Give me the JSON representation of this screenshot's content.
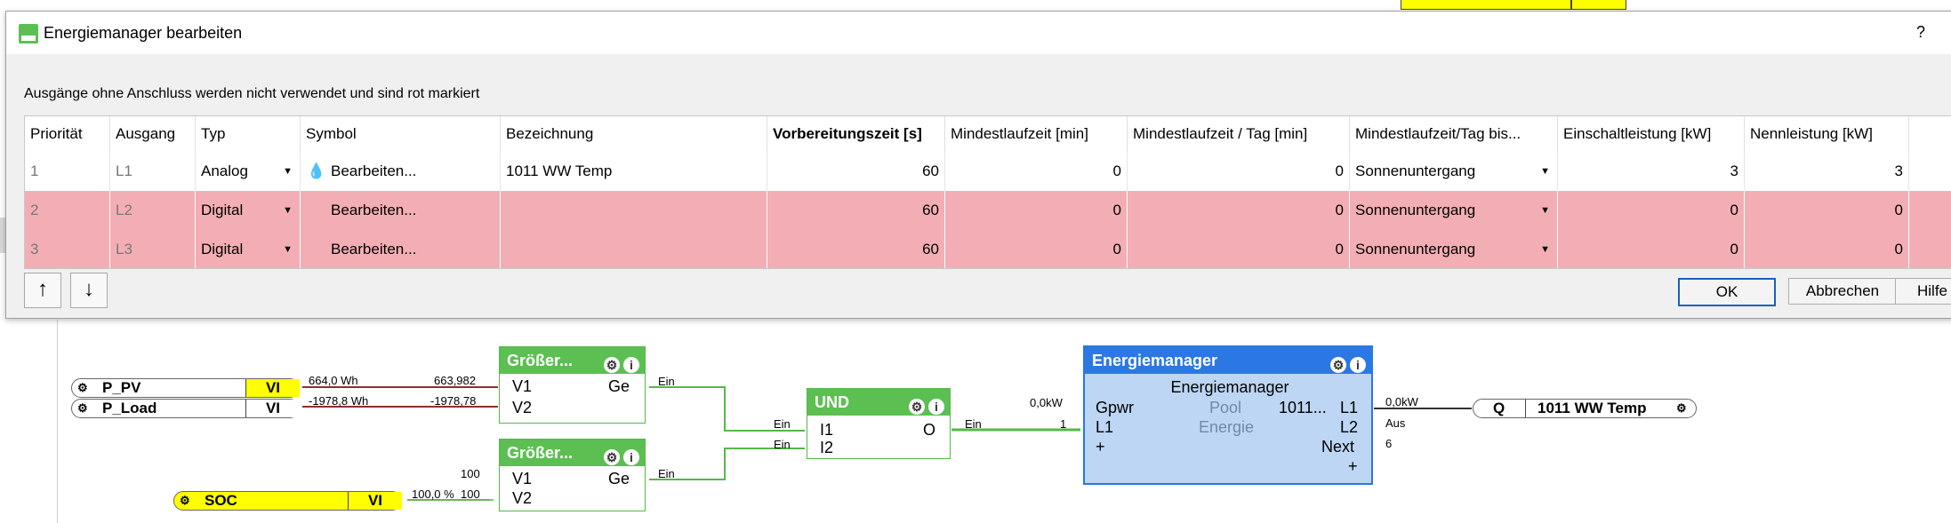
{
  "dialog": {
    "title": "Energiemanager bearbeiten",
    "help": "?",
    "info": "Ausgänge ohne Anschluss werden nicht verwendet und sind rot markiert",
    "columns": [
      "Priorität",
      "Ausgang",
      "Typ",
      "Symbol",
      "Bezeichnung",
      "Vorbereitungszeit [s]",
      "Mindestlaufzeit [min]",
      "Mindestlaufzeit / Tag [min]",
      "Mindestlaufzeit/Tag bis...",
      "Einschaltleistung [kW]",
      "Nennleistung [kW]"
    ],
    "rows": [
      {
        "prio": "1",
        "out": "L1",
        "typ": "Analog",
        "symbol": "Bearbeiten...",
        "name": "1011 WW Temp",
        "vorb": "60",
        "min": "0",
        "mintag": "0",
        "bis": "Sonnenuntergang",
        "ein": "3",
        "nenn": "3",
        "unconnected": false
      },
      {
        "prio": "2",
        "out": "L2",
        "typ": "Digital",
        "symbol": "Bearbeiten...",
        "name": "",
        "vorb": "60",
        "min": "0",
        "mintag": "0",
        "bis": "Sonnenuntergang",
        "ein": "0",
        "nenn": "0",
        "unconnected": true
      },
      {
        "prio": "3",
        "out": "L3",
        "typ": "Digital",
        "symbol": "Bearbeiten...",
        "name": "",
        "vorb": "60",
        "min": "0",
        "mintag": "0",
        "bis": "Sonnenuntergang",
        "ein": "0",
        "nenn": "0",
        "unconnected": true
      }
    ],
    "buttons": {
      "ok": "OK",
      "cancel": "Abbrechen",
      "help": "Hilfe"
    },
    "up_icon": "arrow-up-icon",
    "down_icon": "arrow-down-icon"
  },
  "canvas": {
    "inputs": [
      {
        "name": "P_PV",
        "tag": "VI"
      },
      {
        "name": "P_Load",
        "tag": "VI"
      },
      {
        "name": "SOC",
        "tag": "VI"
      }
    ],
    "wire_labels": {
      "pv_out": "664,0 Wh",
      "pv_in": "663,982",
      "load_out": "-1978,8 Wh",
      "load_in": "-1978,78",
      "soc_const": "100",
      "soc_out": "100,0 %",
      "soc_in": "100",
      "g1_out": "Ein",
      "g2_out": "Ein",
      "und_in1": "Ein",
      "und_in2": "Ein",
      "und_out": "Ein",
      "em_gpwr": "0,0kW",
      "em_l1_in": "1",
      "em_l1_out": "0,0kW",
      "em_l2_out": "Aus",
      "em_next_out": "6"
    },
    "greater1": {
      "title": "Größer...",
      "i1": "V1",
      "i2": "V2",
      "o": "Ge"
    },
    "greater2": {
      "title": "Größer...",
      "i1": "V1",
      "i2": "V2",
      "o": "Ge"
    },
    "und": {
      "title": "UND",
      "i1": "I1",
      "i2": "I2",
      "o": "O"
    },
    "em": {
      "title": "Energiemanager",
      "subtitle": "Energiemanager",
      "gpwr": "Gpwr",
      "pool": "Pool",
      "energie": "Energie",
      "l1_in": "L1",
      "l1_out": "L1",
      "l1_name": "1011...",
      "l2": "L2",
      "next": "Next",
      "plus": "+"
    },
    "output": {
      "tag": "Q",
      "name": "1011 WW Temp"
    }
  },
  "colors": {
    "unconnected_row": "#f3aeb5",
    "block_green": "#5cbf52",
    "em_blue": "#2b78e4",
    "vi_yellow": "#ffff00"
  }
}
